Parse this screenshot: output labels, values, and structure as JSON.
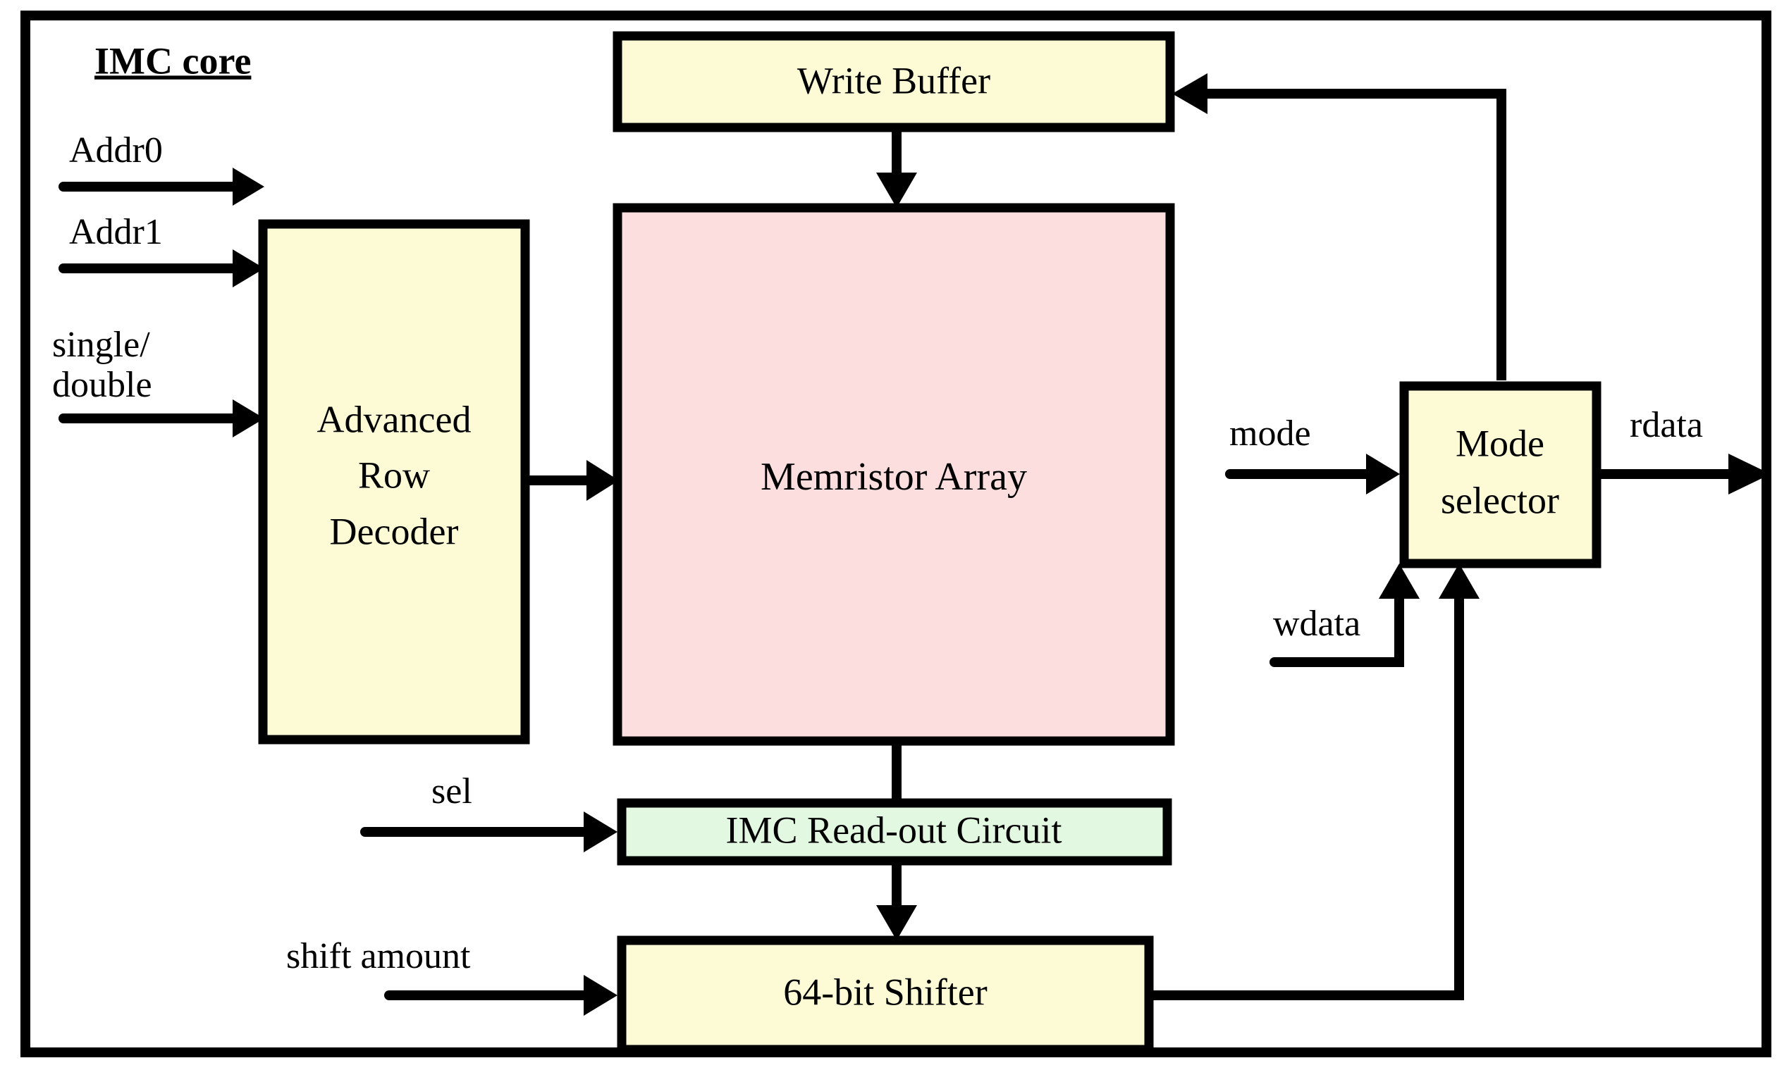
{
  "diagram": {
    "title": "IMC core",
    "colors": {
      "block_yellow": "#fdfbd5",
      "block_pink": "#fcdedf",
      "block_green": "#e2f8e0",
      "stroke": "#000000",
      "background": "#ffffff"
    },
    "blocks": [
      {
        "id": "write_buffer",
        "label": "Write Buffer",
        "fill": "#fdfbd5"
      },
      {
        "id": "row_decoder",
        "label_line1": "Advanced",
        "label_line2": "Row",
        "label_line3": "Decoder",
        "fill": "#fdfbd5"
      },
      {
        "id": "memristor",
        "label": "Memristor Array",
        "fill": "#fcdedf"
      },
      {
        "id": "mode_selector",
        "label_line1": "Mode",
        "label_line2": "selector",
        "fill": "#fdfbd5"
      },
      {
        "id": "readout",
        "label": "IMC Read-out Circuit",
        "fill": "#e2f8e0"
      },
      {
        "id": "shifter",
        "label": "64-bit Shifter",
        "fill": "#fdfbd5"
      }
    ],
    "signals": [
      {
        "id": "addr0",
        "label": "Addr0"
      },
      {
        "id": "addr1",
        "label": "Addr1"
      },
      {
        "id": "single_l1",
        "label": "single/"
      },
      {
        "id": "single_l2",
        "label": "double"
      },
      {
        "id": "sel",
        "label": "sel"
      },
      {
        "id": "shift_amount",
        "label": "shift amount"
      },
      {
        "id": "mode",
        "label": "mode"
      },
      {
        "id": "wdata",
        "label": "wdata"
      },
      {
        "id": "rdata",
        "label": "rdata"
      }
    ]
  }
}
